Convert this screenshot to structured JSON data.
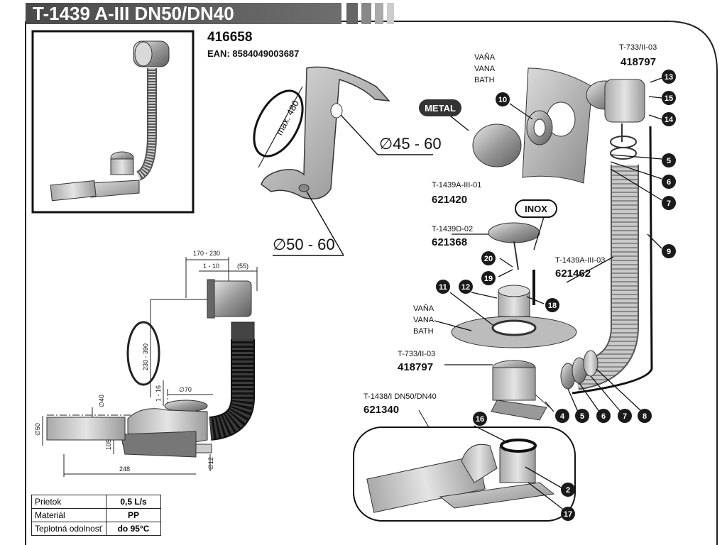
{
  "title": "T-1439 A-III DN50/DN40",
  "product": {
    "code": "416658",
    "ean": "EAN: 8584049003687"
  },
  "cover_dims": {
    "max": "max. 480",
    "hole1": "∅45 - 60",
    "hole2": "∅50 - 60"
  },
  "badges": {
    "metal": "METAL",
    "inox": "INOX"
  },
  "bath_labels": {
    "upper": [
      "VAŇA",
      "VANA",
      "BATH"
    ],
    "lower": [
      "VAŇA",
      "VANA",
      "BATH"
    ]
  },
  "parts": [
    {
      "ref": "T-733/II-03",
      "code": "418797"
    },
    {
      "ref": "T-1439A-III-01",
      "code": "621420"
    },
    {
      "ref": "T-1439D-02",
      "code": "621368"
    },
    {
      "ref": "T-1439A-III-03",
      "code": "621462"
    },
    {
      "ref": "T-733/II-03",
      "code": "418797"
    },
    {
      "ref": "T-1438/I DN50/DN40",
      "code": "621340"
    }
  ],
  "callouts": [
    "13",
    "15",
    "14",
    "5",
    "6",
    "7",
    "9",
    "10",
    "20",
    "19",
    "11",
    "12",
    "18",
    "4",
    "5",
    "6",
    "7",
    "8",
    "16",
    "2",
    "17"
  ],
  "drawing_dims": {
    "d1": "170 - 230",
    "d2": "1 - 10",
    "d3": "(55)",
    "d4": "230 - 390",
    "d5": "1 - 16",
    "d6": "∅70",
    "d7": "∅40",
    "d8": "∅50",
    "d9": "105",
    "d10": "248",
    "d11": "∅12"
  },
  "specs": [
    {
      "label": "Prietok",
      "value": "0,5 L/s"
    },
    {
      "label": "Materiál",
      "value": "PP"
    },
    {
      "label": "Teplotná odolnosť",
      "value": "do 95°C"
    }
  ],
  "colors": {
    "title_bar": "#555555",
    "metal_badge": "#333333",
    "callout": "#1a1a1a",
    "part_grey": "#b8b8b8"
  }
}
